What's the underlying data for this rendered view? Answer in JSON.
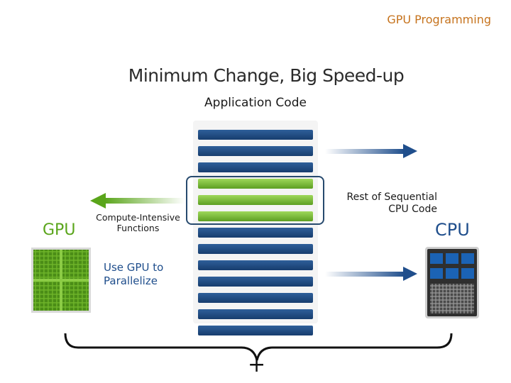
{
  "header": {
    "tag": "GPU Programming"
  },
  "title": "Minimum Change, Big Speed-up",
  "subtitle": "Application Code",
  "labels": {
    "gpu": "GPU",
    "cpu": "CPU",
    "rest_sequential_line1": "Rest of Sequential",
    "rest_sequential_line2": "CPU Code",
    "compute_intensive_line1": "Compute-Intensive",
    "compute_intensive_line2": "Functions",
    "use_gpu_line1": "Use GPU to",
    "use_gpu_line2": "Parallelize",
    "plus": "+"
  },
  "code_bars": [
    {
      "kind": "blue"
    },
    {
      "kind": "blue"
    },
    {
      "kind": "blue"
    },
    {
      "kind": "green"
    },
    {
      "kind": "green"
    },
    {
      "kind": "green"
    },
    {
      "kind": "blue"
    },
    {
      "kind": "blue"
    },
    {
      "kind": "blue"
    },
    {
      "kind": "blue"
    },
    {
      "kind": "blue"
    },
    {
      "kind": "blue"
    },
    {
      "kind": "blue"
    }
  ],
  "colors": {
    "header_tag": "#c6731d",
    "gpu_green": "#5aa51b",
    "cpu_blue": "#1f4e8c",
    "bar_blue": "#1f4d83",
    "bar_green": "#7cbf3a",
    "highlight_border": "#274a6e"
  },
  "icons": [
    "arrow-left-green-icon",
    "arrow-right-blue-icon",
    "gpu-chip-icon",
    "cpu-chip-icon",
    "curly-brace-icon"
  ]
}
